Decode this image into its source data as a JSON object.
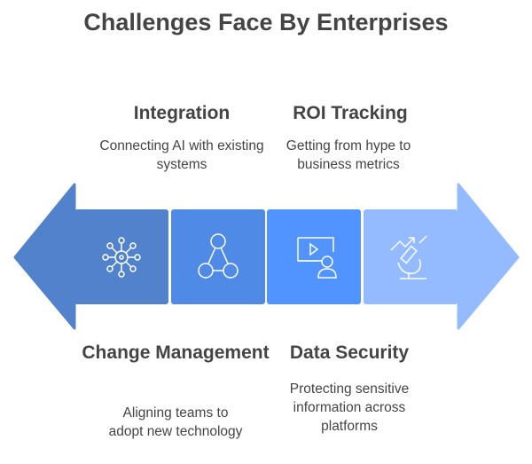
{
  "title": "Challenges Face By Enterprises",
  "items": [
    {
      "heading": "Integration",
      "description": "Connecting AI with existing systems",
      "icon": "network-hub-icon",
      "color": "#5282cc"
    },
    {
      "heading": "Change Management",
      "description": "Aligning teams to adopt new technology",
      "icon": "triangle-nodes-icon",
      "color": "#4f8ae6"
    },
    {
      "heading": "ROI Tracking",
      "description": "Getting from hype to business metrics",
      "icon": "video-presenter-icon",
      "color": "#5193ff"
    },
    {
      "heading": "Data Security",
      "description": "Protecting sensitive information across platforms",
      "icon": "microscope-growth-icon",
      "color": "#94bbff"
    }
  ]
}
